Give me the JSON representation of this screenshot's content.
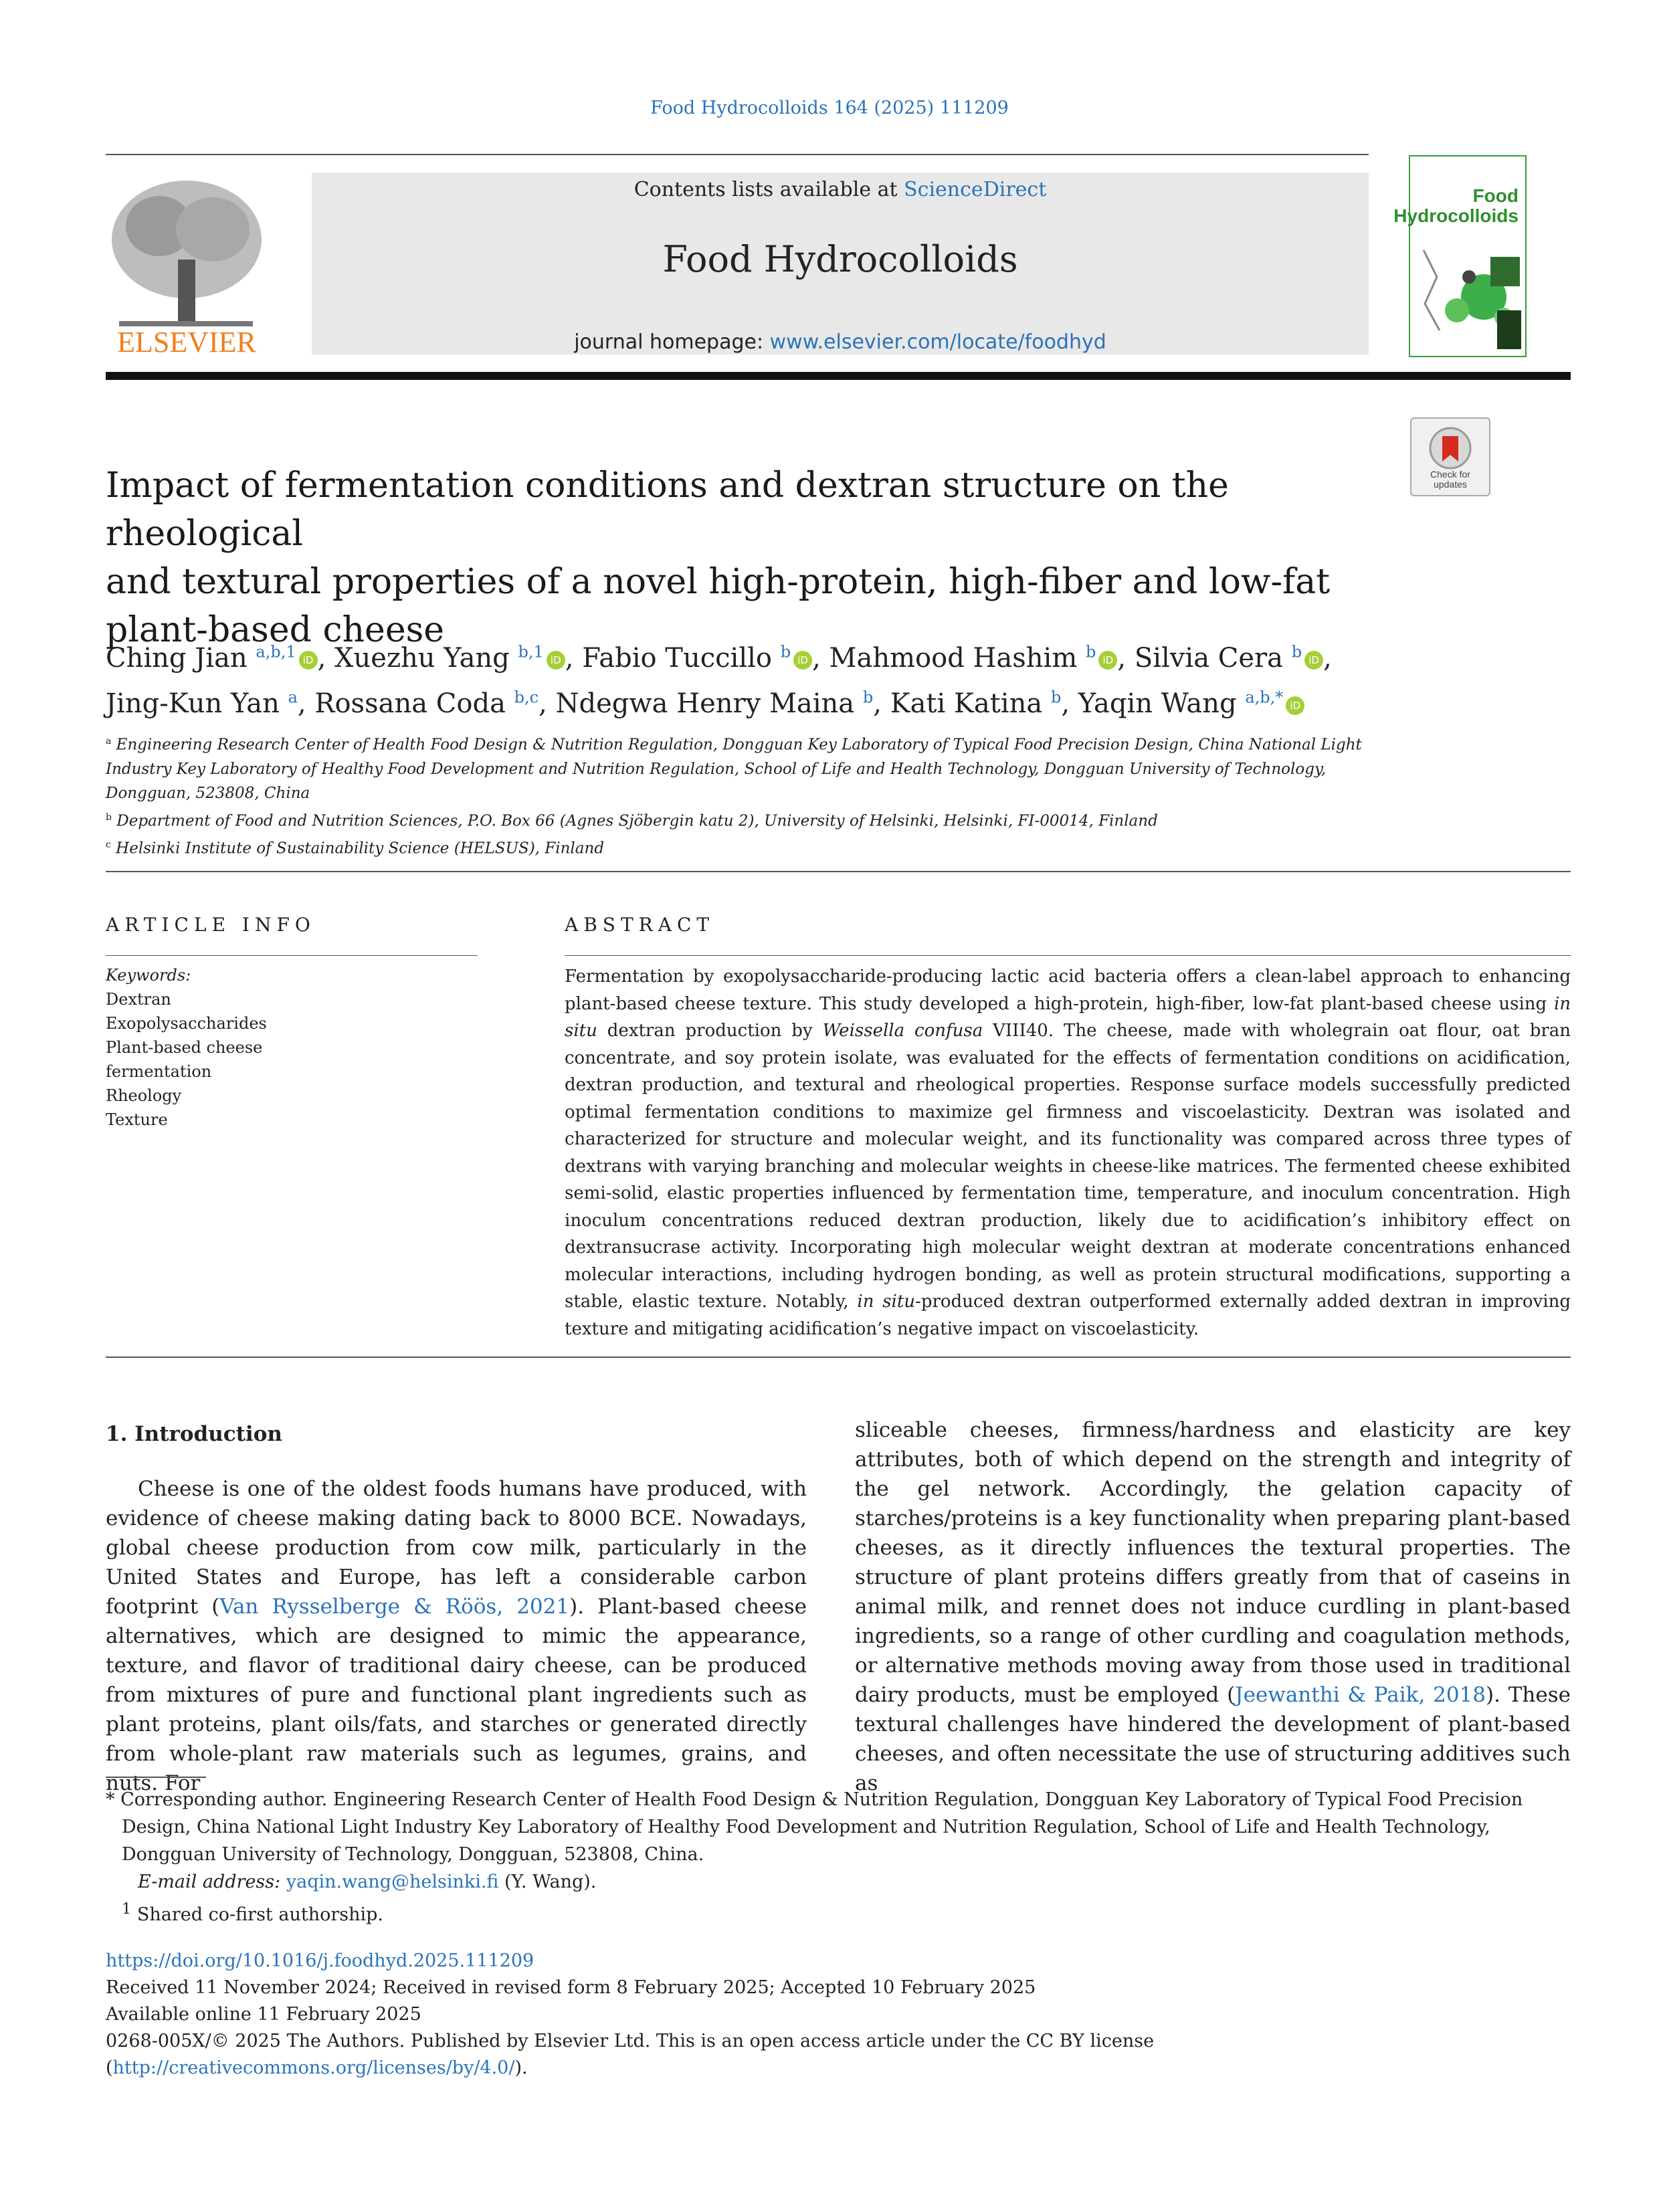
{
  "journal_ref": "Food Hydrocolloids 164 (2025) 111209",
  "header": {
    "contents_prefix": "Contents lists available at",
    "contents_link": "ScienceDirect",
    "journal_title": "Food Hydrocolloids",
    "homepage_prefix": "journal homepage:",
    "homepage_link": "www.elsevier.com/locate/foodhyd",
    "publisher_logo_text": "ELSEVIER",
    "cover_title_line1": "Food",
    "cover_title_line2": "Hydrocolloids",
    "check_updates_line1": "Check for",
    "check_updates_line2": "updates"
  },
  "paper": {
    "title_line1": "Impact of fermentation conditions and dextran structure on the rheological",
    "title_line2": "and textural properties of a novel high-protein, high-fiber and low-fat",
    "title_line3": "plant-based cheese",
    "authors": [
      {
        "name": "Ching Jian",
        "sup": "a,b,1",
        "orcid": true,
        "sep": ","
      },
      {
        "name": "Xuezhu Yang",
        "sup": "b,1",
        "orcid": true,
        "sep": ","
      },
      {
        "name": "Fabio Tuccillo",
        "sup": "b",
        "orcid": true,
        "sep": ","
      },
      {
        "name": "Mahmood Hashim",
        "sup": "b",
        "orcid": true,
        "sep": ","
      },
      {
        "name": "Silvia Cera",
        "sup": "b",
        "orcid": true,
        "sep": ","
      },
      {
        "name": "Jing-Kun Yan",
        "sup": "a",
        "orcid": false,
        "sep": ","
      },
      {
        "name": "Rossana Coda",
        "sup": "b,c",
        "orcid": false,
        "sep": ","
      },
      {
        "name": "Ndegwa Henry Maina",
        "sup": "b",
        "orcid": false,
        "sep": ","
      },
      {
        "name": "Kati Katina",
        "sup": "b",
        "orcid": false,
        "sep": ","
      },
      {
        "name": "Yaqin Wang",
        "sup": "a,b,*",
        "orcid": true,
        "sep": ""
      }
    ],
    "affiliations": [
      {
        "mark": "a",
        "text": "Engineering Research Center of Health Food Design & Nutrition Regulation, Dongguan Key Laboratory of Typical Food Precision Design, China National Light Industry Key Laboratory of Healthy Food Development and Nutrition Regulation, School of Life and Health Technology, Dongguan University of Technology, Dongguan, 523808, China"
      },
      {
        "mark": "b",
        "text": "Department of Food and Nutrition Sciences, P.O. Box 66 (Agnes Sjöbergin katu 2), University of Helsinki, Helsinki, FI-00014, Finland"
      },
      {
        "mark": "c",
        "text": "Helsinki Institute of Sustainability Science (HELSUS), Finland"
      }
    ]
  },
  "article_info": {
    "heading": "ARTICLE INFO",
    "keywords_label": "Keywords:",
    "keywords": [
      "Dextran",
      "Exopolysaccharides",
      "Plant-based cheese",
      "fermentation",
      "Rheology",
      "Texture"
    ]
  },
  "abstract": {
    "heading": "ABSTRACT",
    "p1": "Fermentation by exopolysaccharide-producing lactic acid bacteria offers a clean-label approach to enhancing plant-based cheese texture. This study developed a high-protein, high-fiber, low-fat plant-based cheese using ",
    "insitu1": "in situ",
    "p2": " dextran production by ",
    "species": "Weissella confusa",
    "p3": " VIII40. The cheese, made with wholegrain oat flour, oat bran concentrate, and soy protein isolate, was evaluated for the effects of fermentation conditions on acidification, dextran production, and textural and rheological properties. Response surface models successfully predicted optimal fermentation conditions to maximize gel firmness and viscoelasticity. Dextran was isolated and characterized for structure and molecular weight, and its functionality was compared across three types of dextrans with varying branching and molecular weights in cheese-like matrices. The fermented cheese exhibited semi-solid, elastic properties influenced by fermentation time, temperature, and inoculum concentration. High inoculum concentrations reduced dextran production, likely due to acidification’s inhibitory effect on dextransucrase activity. Incorporating high molecular weight dextran at moderate concentrations enhanced molecular interactions, including hydrogen bonding, as well as protein structural modifications, supporting a stable, elastic texture. Notably, ",
    "insitu2": "in situ",
    "p4": "-produced dextran outperformed externally added dextran in improving texture and mitigating acidification’s negative impact on viscoelasticity."
  },
  "intro": {
    "heading": "1.  Introduction",
    "left_a": "Cheese is one of the oldest foods humans have produced, with evidence of cheese making dating back to 8000 BCE. Nowadays, global cheese production from cow milk, particularly in the United States and Europe, has left a considerable carbon footprint (",
    "left_cite": "Van Rysselberge & Röös, 2021",
    "left_b": "). Plant-based cheese alternatives, which are designed to mimic the appearance, texture, and flavor of traditional dairy cheese, can be produced from mixtures of pure and functional plant ingredients such as plant proteins, plant oils/fats, and starches or generated directly from whole-plant raw materials such as legumes, grains, and nuts. For",
    "right_a": "sliceable cheeses, firmness/hardness and elasticity are key attributes, both of which depend on the strength and integrity of the gel network. Accordingly, the gelation capacity of starches/proteins is a key functionality when preparing plant-based cheeses, as it directly influences the textural properties. The structure of plant proteins differs greatly from that of caseins in animal milk, and rennet does not induce curdling in plant-based ingredients, so a range of other curdling and coagulation methods, or alternative methods moving away from those used in traditional dairy products, must be employed (",
    "right_cite": "Jeewanthi & Paik, 2018",
    "right_b": "). These textural challenges have hindered the development of plant-based cheeses, and often necessitate the use of structuring additives such as"
  },
  "footnotes": {
    "corresponding": "* Corresponding author. Engineering Research Center of Health Food Design & Nutrition Regulation, Dongguan Key Laboratory of Typical Food Precision Design, China National Light Industry Key Laboratory of Healthy Food Development and Nutrition Regulation, School of Life and Health Technology, Dongguan University of Technology, Dongguan, 523808, China.",
    "email_label": "E-mail address:",
    "email": "yaqin.wang@helsinki.fi",
    "email_suffix": " (Y. Wang).",
    "shared_mark": "1",
    "shared": "Shared co-first authorship."
  },
  "meta": {
    "doi": "https://doi.org/10.1016/j.foodhyd.2025.111209",
    "received": "Received 11 November 2024; Received in revised form 8 February 2025; Accepted 10 February 2025",
    "available": "Available online 11 February 2025",
    "license_prefix": "0268-005X/© 2025 The Authors. Published by Elsevier Ltd. This is an open access article under the CC BY license (",
    "license_link": "http://creativecommons.org/licenses/by/4.0/",
    "license_suffix": ")."
  }
}
